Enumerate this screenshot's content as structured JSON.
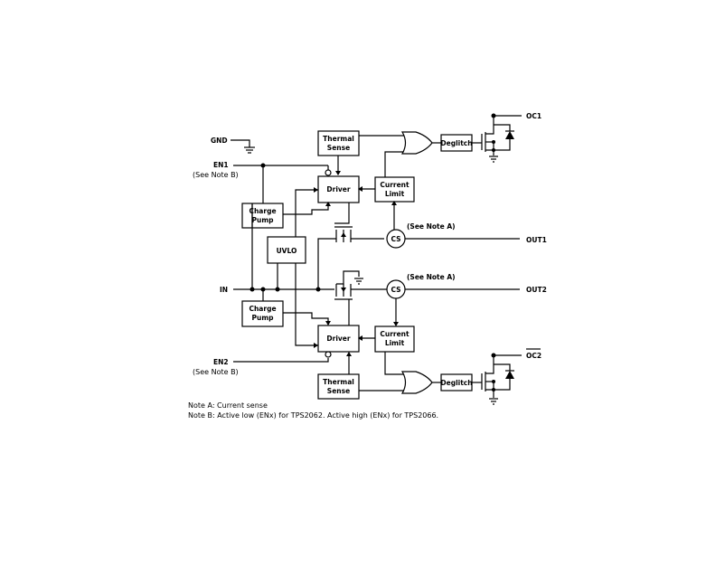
{
  "pins": {
    "gnd": "GND",
    "en1": "EN1",
    "en1_note": "(See Note B)",
    "in": "IN",
    "en2": "EN2",
    "en2_note": "(See Note B)",
    "oc1": "OC1",
    "oc2": "OC2",
    "out1": "OUT1",
    "out2": "OUT2"
  },
  "blocks": {
    "thermal_sense_1": [
      "Thermal",
      "Sense"
    ],
    "driver_1": "Driver",
    "current_limit_1": [
      "Current",
      "Limit"
    ],
    "charge_pump_1": [
      "Charge",
      "Pump"
    ],
    "uvlo": "UVLO",
    "charge_pump_2": [
      "Charge",
      "Pump"
    ],
    "driver_2": "Driver",
    "current_limit_2": [
      "Current",
      "Limit"
    ],
    "thermal_sense_2": [
      "Thermal",
      "Sense"
    ],
    "deglitch_1": "Deglitch",
    "deglitch_2": "Deglitch",
    "cs_1": "CS",
    "cs_2": "CS"
  },
  "annotations": {
    "see_note_a_1": "(See Note A)",
    "see_note_a_2": "(See Note A)"
  },
  "notes": {
    "note_a": "Note A: Current sense",
    "note_b": "Note B: Active low (ENx) for TPS2062. Active high (ENx) for TPS2066."
  }
}
